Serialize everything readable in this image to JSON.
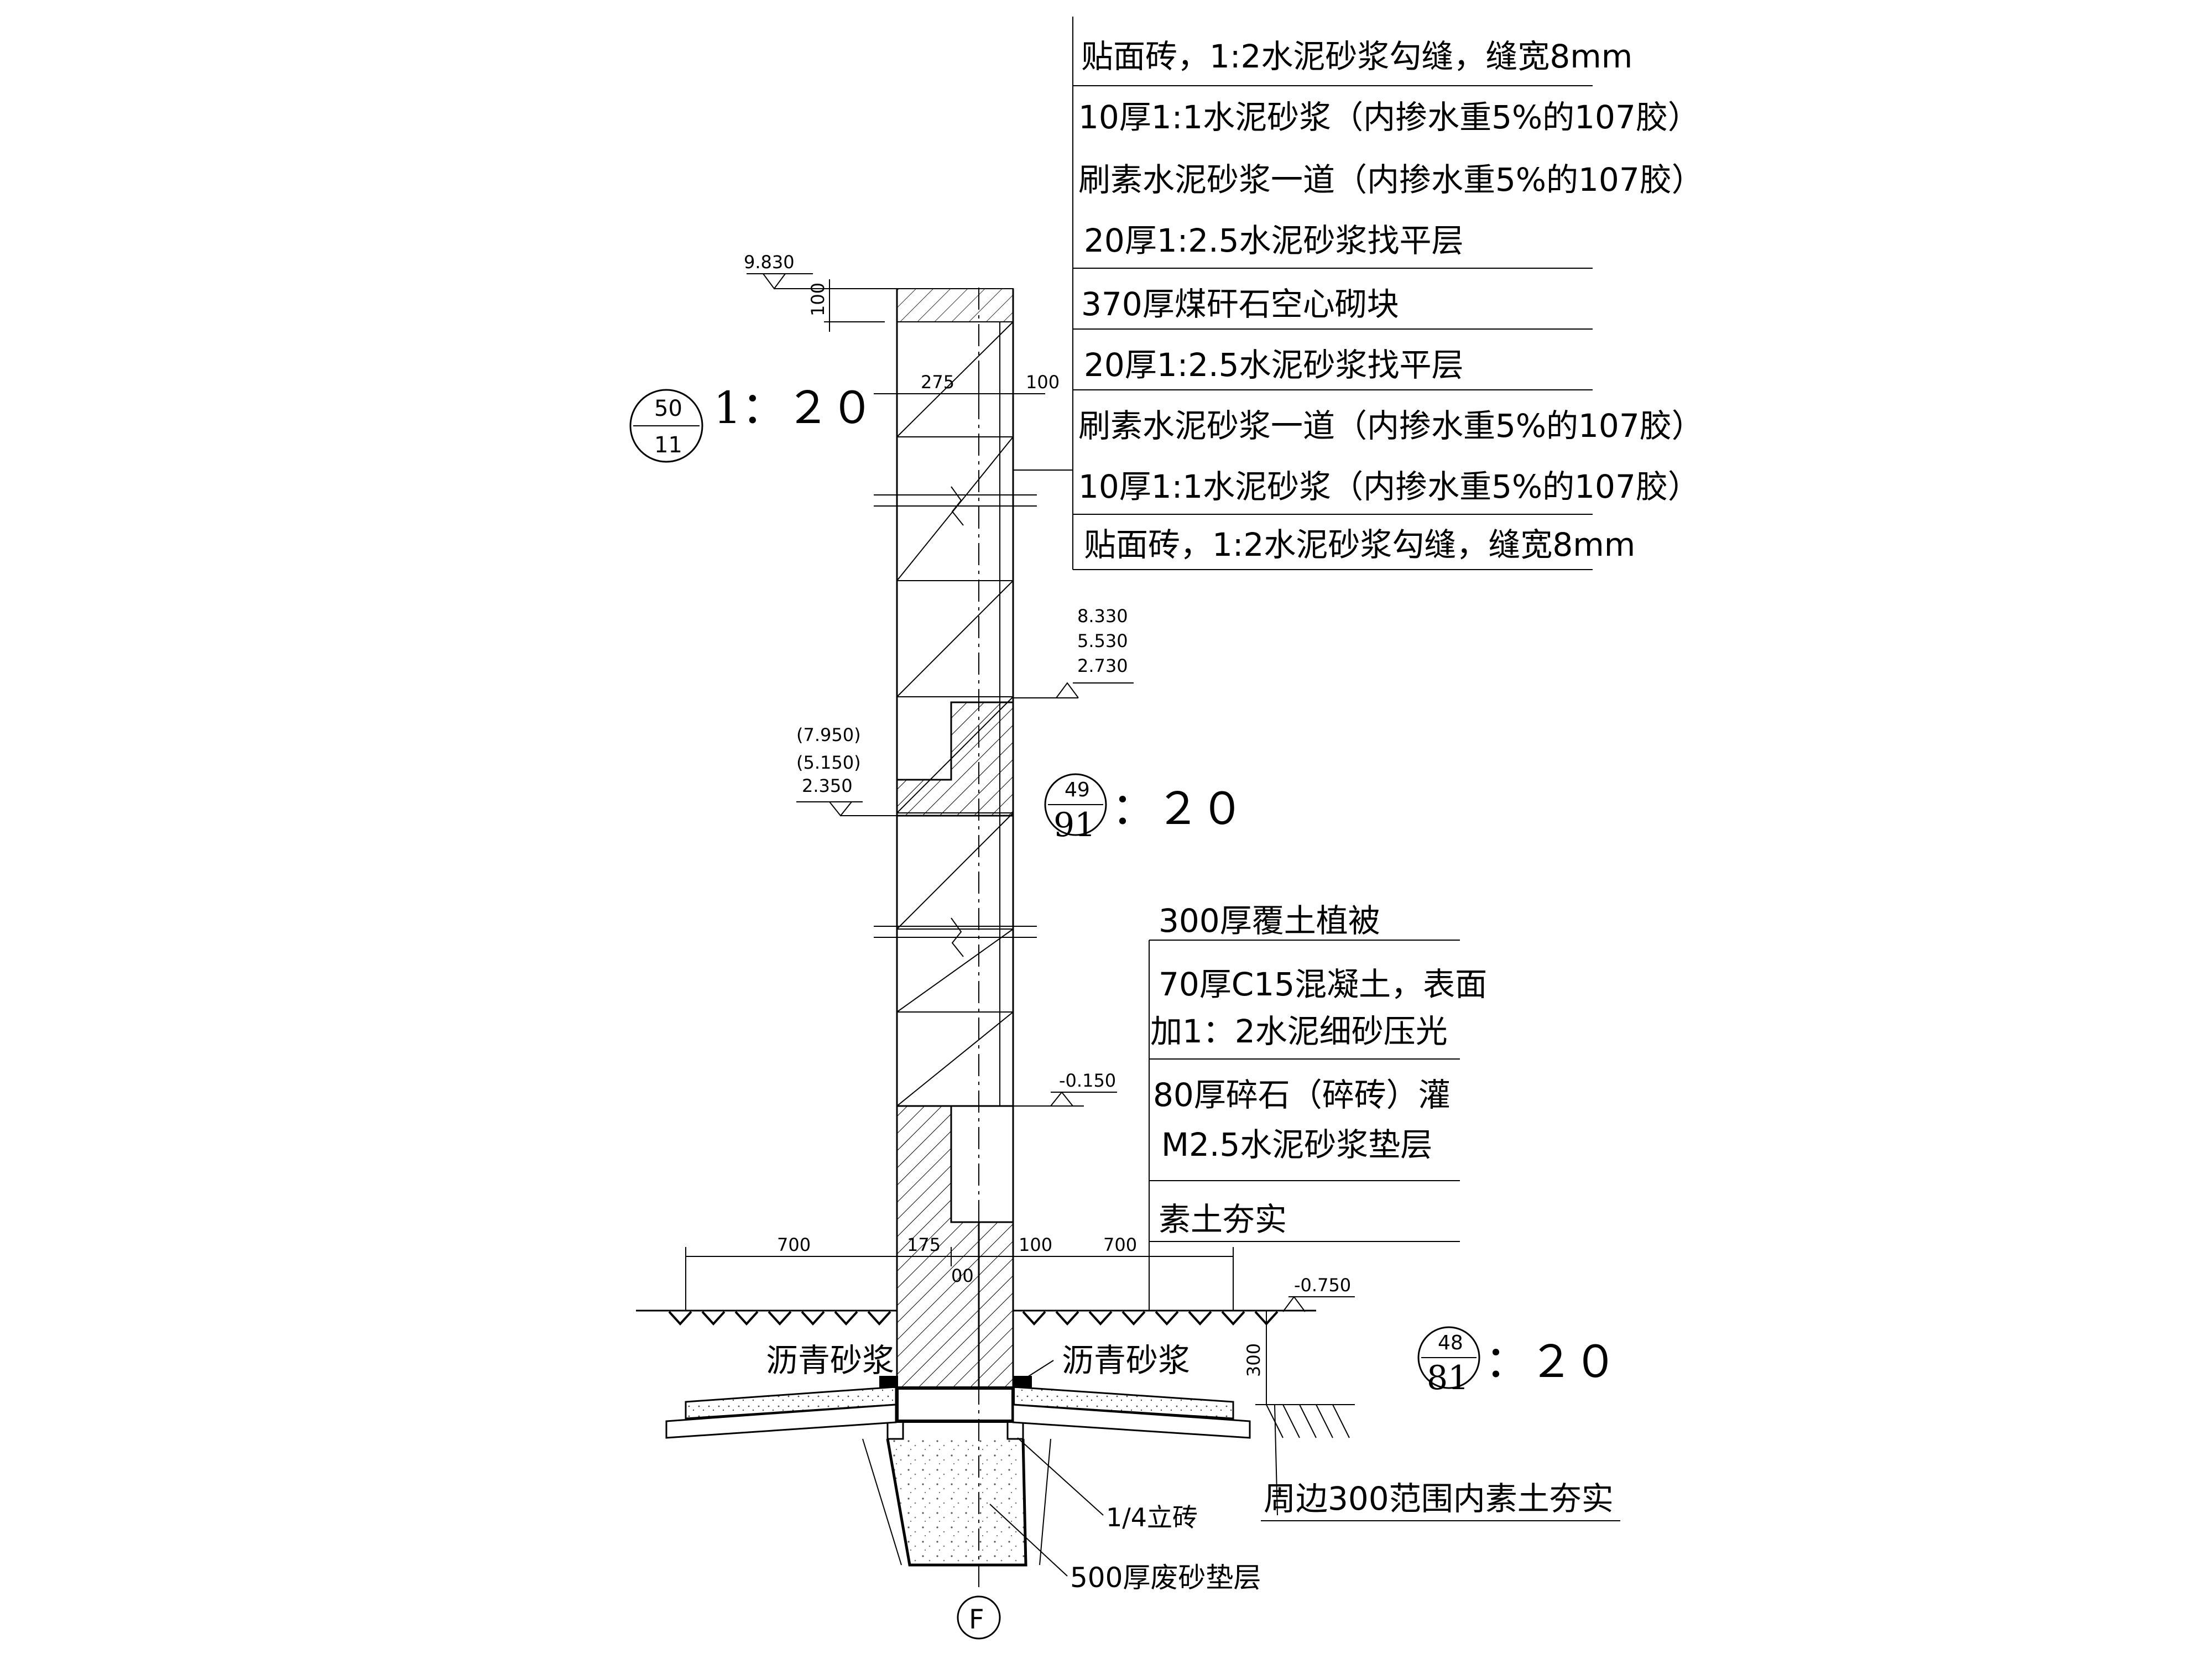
{
  "wall_notes": [
    "贴面砖，1:2水泥砂浆勾缝，缝宽8mm",
    "10厚1:1水泥砂浆（内掺水重5%的107胶）",
    "刷素水泥砂浆一道（内掺水重5%的107胶）",
    "20厚1:2.5水泥砂浆找平层",
    "370厚煤矸石空心砌块",
    "20厚1:2.5水泥砂浆找平层",
    "刷素水泥砂浆一道（内掺水重5%的107胶）",
    "10厚1:1水泥砂浆（内掺水重5%的107胶）",
    "贴面砖，1:2水泥砂浆勾缝，缝宽8mm"
  ],
  "ground_notes": [
    "300厚覆土植被",
    "70厚C15混凝土，表面",
    "加1：2水泥细砂压光",
    "80厚碎石（碎砖）灌",
    "M2.5水泥砂浆垫层",
    "素土夯实"
  ],
  "elevations": {
    "top": "9.830",
    "mid_upper_1": "8.330",
    "mid_upper_2": "5.530",
    "mid_upper_3": "2.730",
    "mid_lower_1": "(7.950)",
    "mid_lower_2": "(5.150)",
    "mid_lower_3": "2.350",
    "minus_150": "-0.150",
    "minus_750": "-0.750"
  },
  "dims": {
    "d100_top": "100",
    "d275": "275",
    "d100_right": "100",
    "d700_left": "700",
    "d175": "175",
    "d100_base": "100",
    "d00": "00",
    "d700_right": "700",
    "d300": "300"
  },
  "labels": {
    "asphalt_left": "沥青砂浆",
    "asphalt_right": "沥青砂浆",
    "brick": "1/4立砖",
    "sand": "500厚废砂垫层",
    "compact": "周边300范围内素土夯实",
    "axis": "F"
  },
  "scales": {
    "s1_num": "50",
    "s1_den": "11",
    "s1_text": "1：２０",
    "s2_num": "49",
    "s2_den": "91",
    "s2_text": "：２０",
    "s3_num": "48",
    "s3_den": "81",
    "s3_text": "：２０"
  }
}
